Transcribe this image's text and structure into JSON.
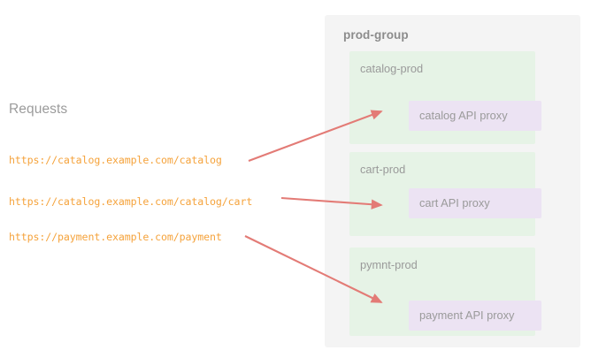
{
  "requests": {
    "heading": "Requests",
    "items": [
      {
        "url": "https://catalog.example.com/catalog"
      },
      {
        "url": "https://catalog.example.com/catalog/cart"
      },
      {
        "url": "https://payment.example.com/payment"
      }
    ]
  },
  "group": {
    "title": "prod-group",
    "environments": [
      {
        "name": "catalog-prod",
        "proxy": "catalog API proxy"
      },
      {
        "name": "cart-prod",
        "proxy": "cart API proxy"
      },
      {
        "name": "pymnt-prod",
        "proxy": "payment API proxy"
      }
    ]
  },
  "connections": [
    {
      "from": "https://catalog.example.com/catalog",
      "to": "catalog API proxy"
    },
    {
      "from": "https://catalog.example.com/catalog/cart",
      "to": "cart API proxy"
    },
    {
      "from": "https://payment.example.com/payment",
      "to": "payment API proxy"
    }
  ],
  "colors": {
    "background": "#ffffff",
    "group_panel": "#f4f4f4",
    "environment": "#e6f3e6",
    "proxy": "#ece3f3",
    "url_text": "#f5a33c",
    "label_text": "#9a9a9a",
    "group_title_text": "#8c8c8c",
    "arrow": "#e37b76"
  }
}
